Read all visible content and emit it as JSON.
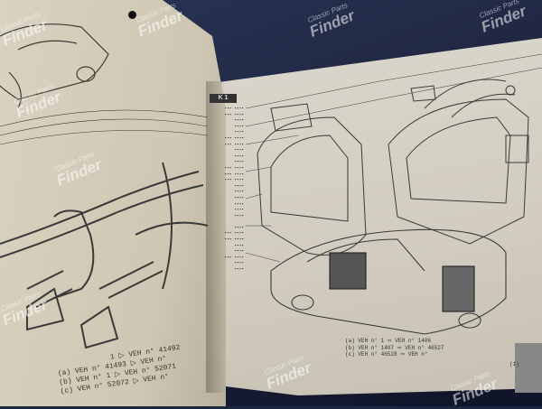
{
  "book": {
    "section_badge": "K 1",
    "left_legend": [
      "1 ▷ VEH n° 41492",
      "(a) VEH n° 41493 ▷ VEH n°",
      "(b) VEH n° 1 ▷ VEH n° 52071",
      "(c) VEH n° 52072 ▷ VEH n°"
    ],
    "right_legend": [
      "(a) VEH n° 1 ⇨ VEH n° 1406",
      "(b) VEH n° 1407 ⇨ VEH n° 46527",
      "(c) VEH n° 46528 ⇨ VEH n°"
    ],
    "corner_label": "(1)"
  },
  "watermark": {
    "small": "Classic Parts",
    "big": "Finder"
  },
  "colors": {
    "background": "#1c2640",
    "paper": "#d8d2c2",
    "ink": "#333333"
  }
}
